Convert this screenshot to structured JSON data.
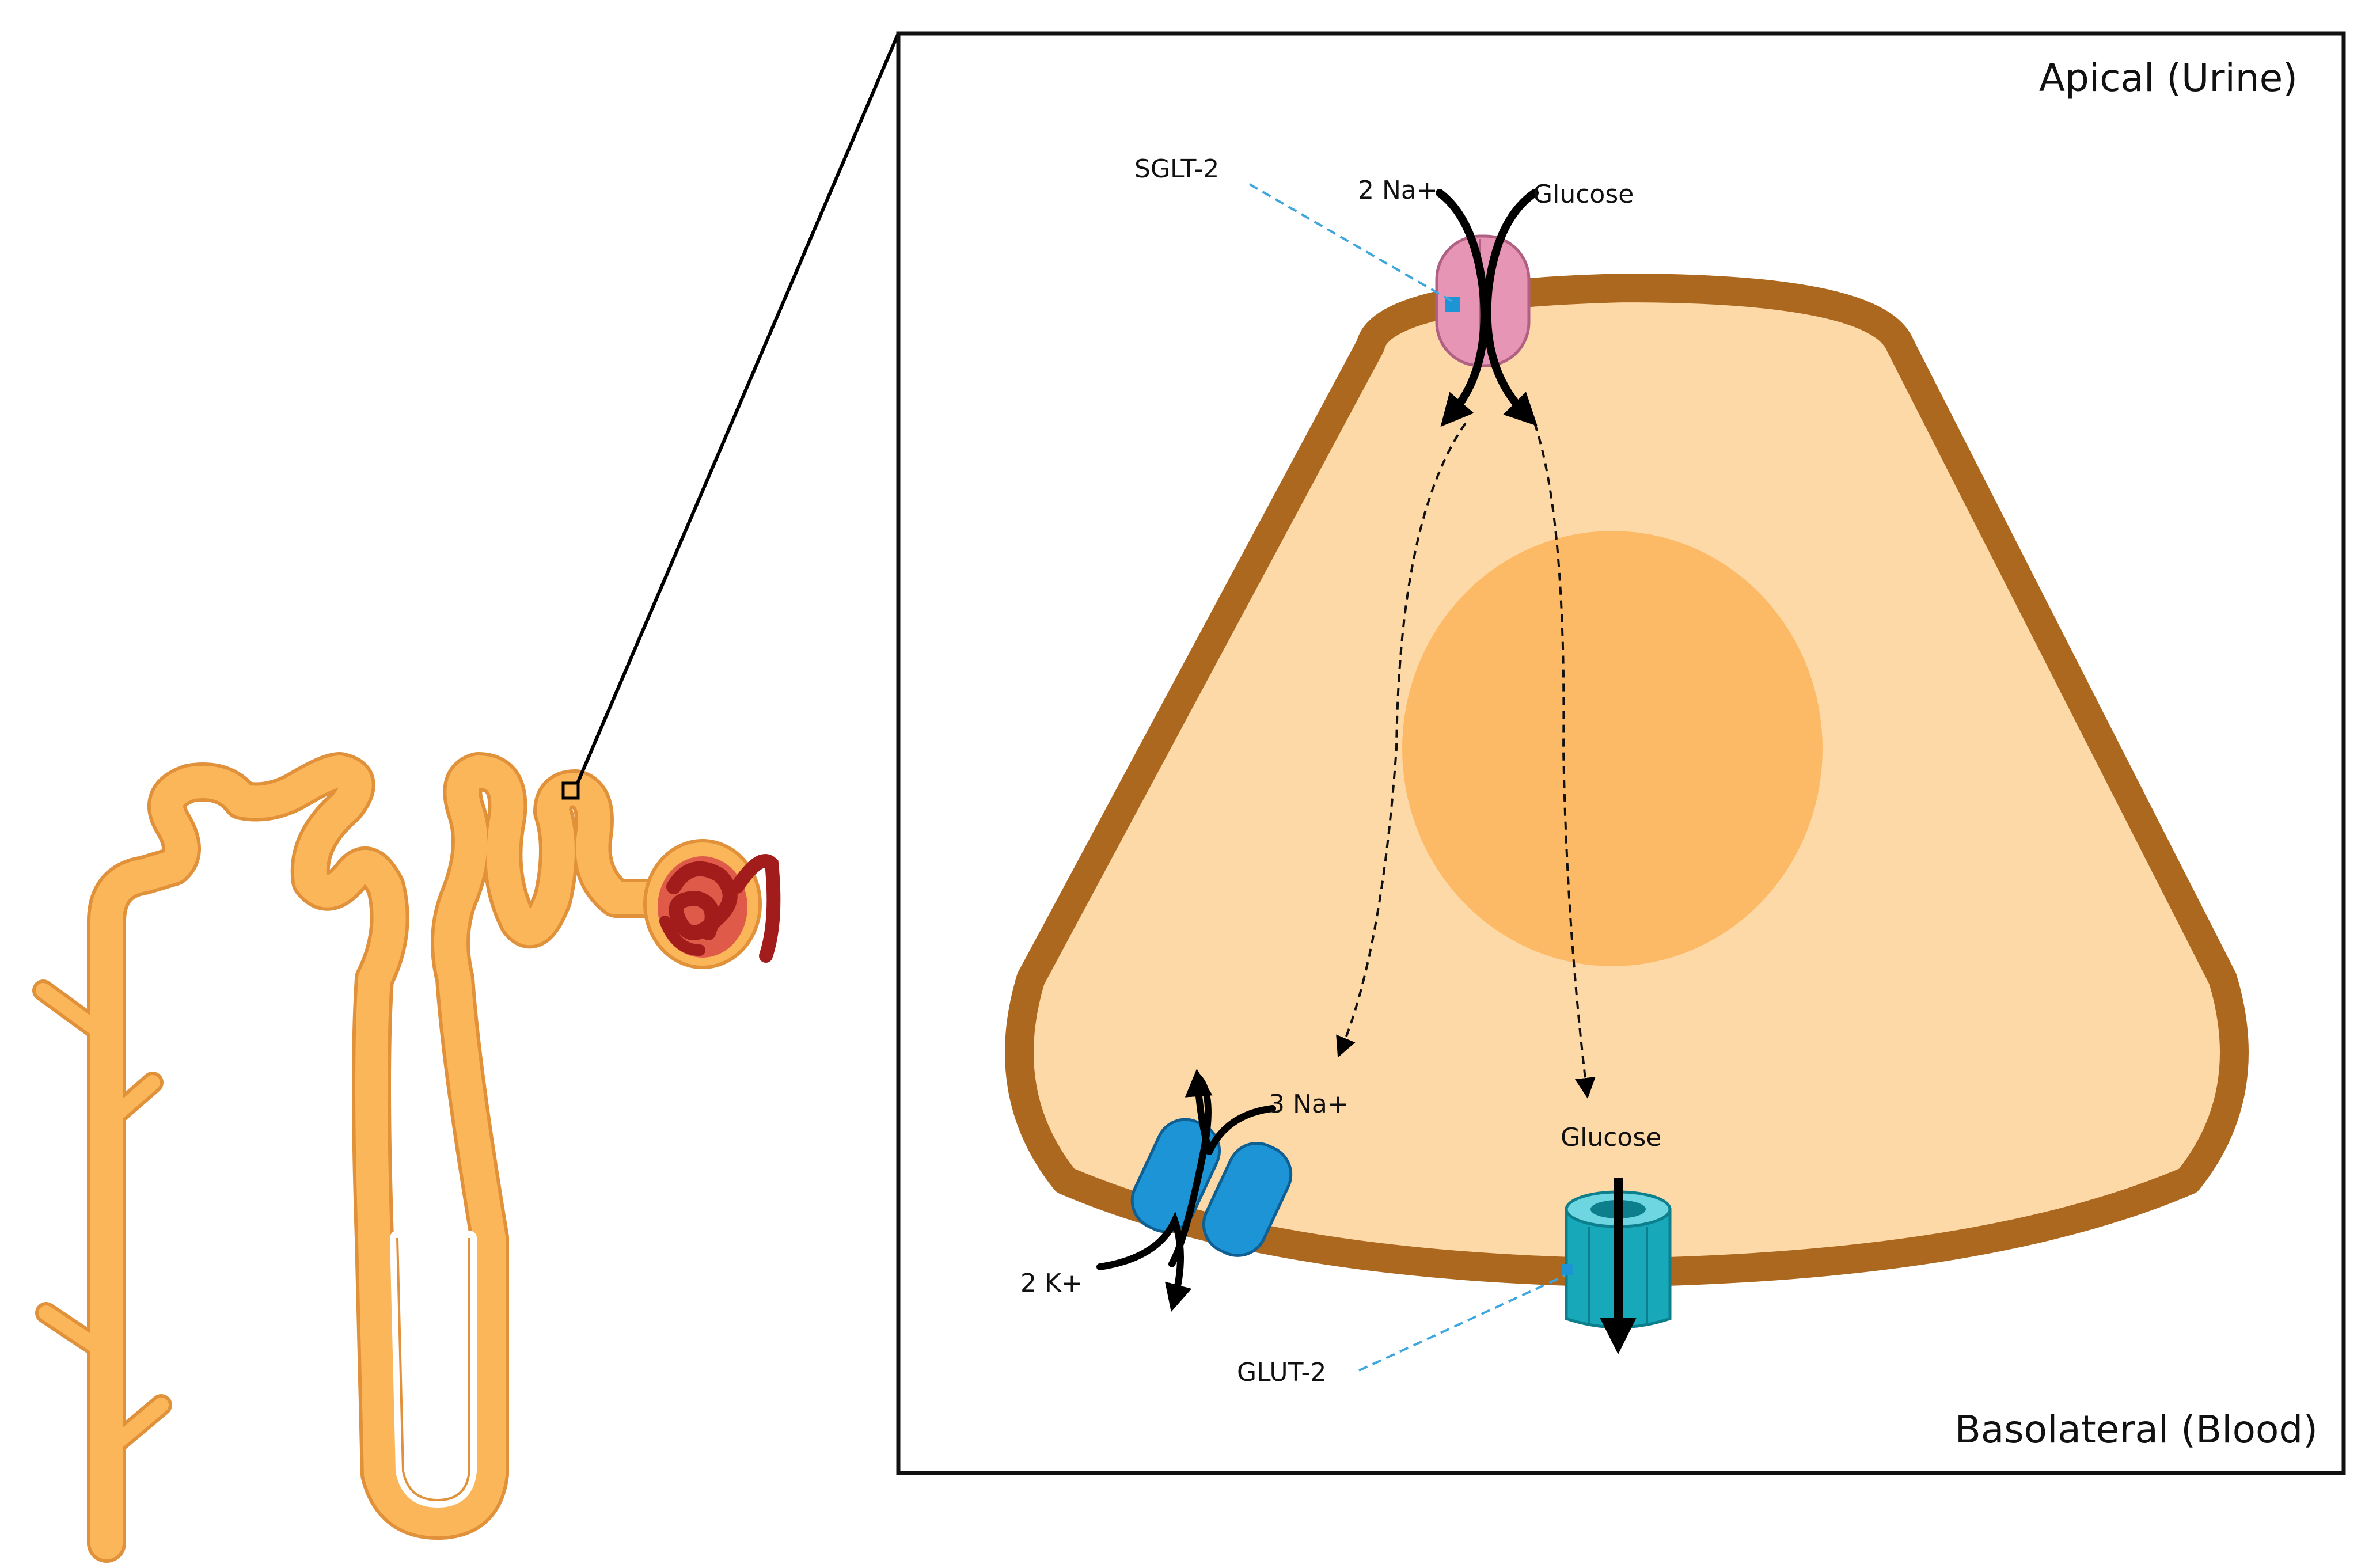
{
  "labels": {
    "apical": "Apical (Urine)",
    "basolateral": "Basolateral (Blood)",
    "sglt2": "SGLT-2",
    "sglt2_na": "2 Na+",
    "sglt2_glucose": "Glucose",
    "pump_na": "3 Na+",
    "pump_k": "2 K+",
    "glut2_glucose": "Glucose",
    "glut2": "GLUT-2"
  },
  "colors": {
    "tubule": "#FBB65A",
    "tubule_outline": "#E0913A",
    "cell_fill": "#FDD9A8",
    "cell_membrane": "#AD6820",
    "nucleus": "#FDBA66",
    "glomerulus": "#A31C1C",
    "sglt2": "#E695B5",
    "pump": "#1C94D6",
    "glut2": "#17A9BA",
    "leader": "#3EA7DE"
  },
  "icons": {
    "nephron": "nephron-illustration",
    "zoom_box": "zoom-square",
    "sglt2": "transporter-icon",
    "pump": "pump-icon",
    "glut2": "channel-icon"
  }
}
